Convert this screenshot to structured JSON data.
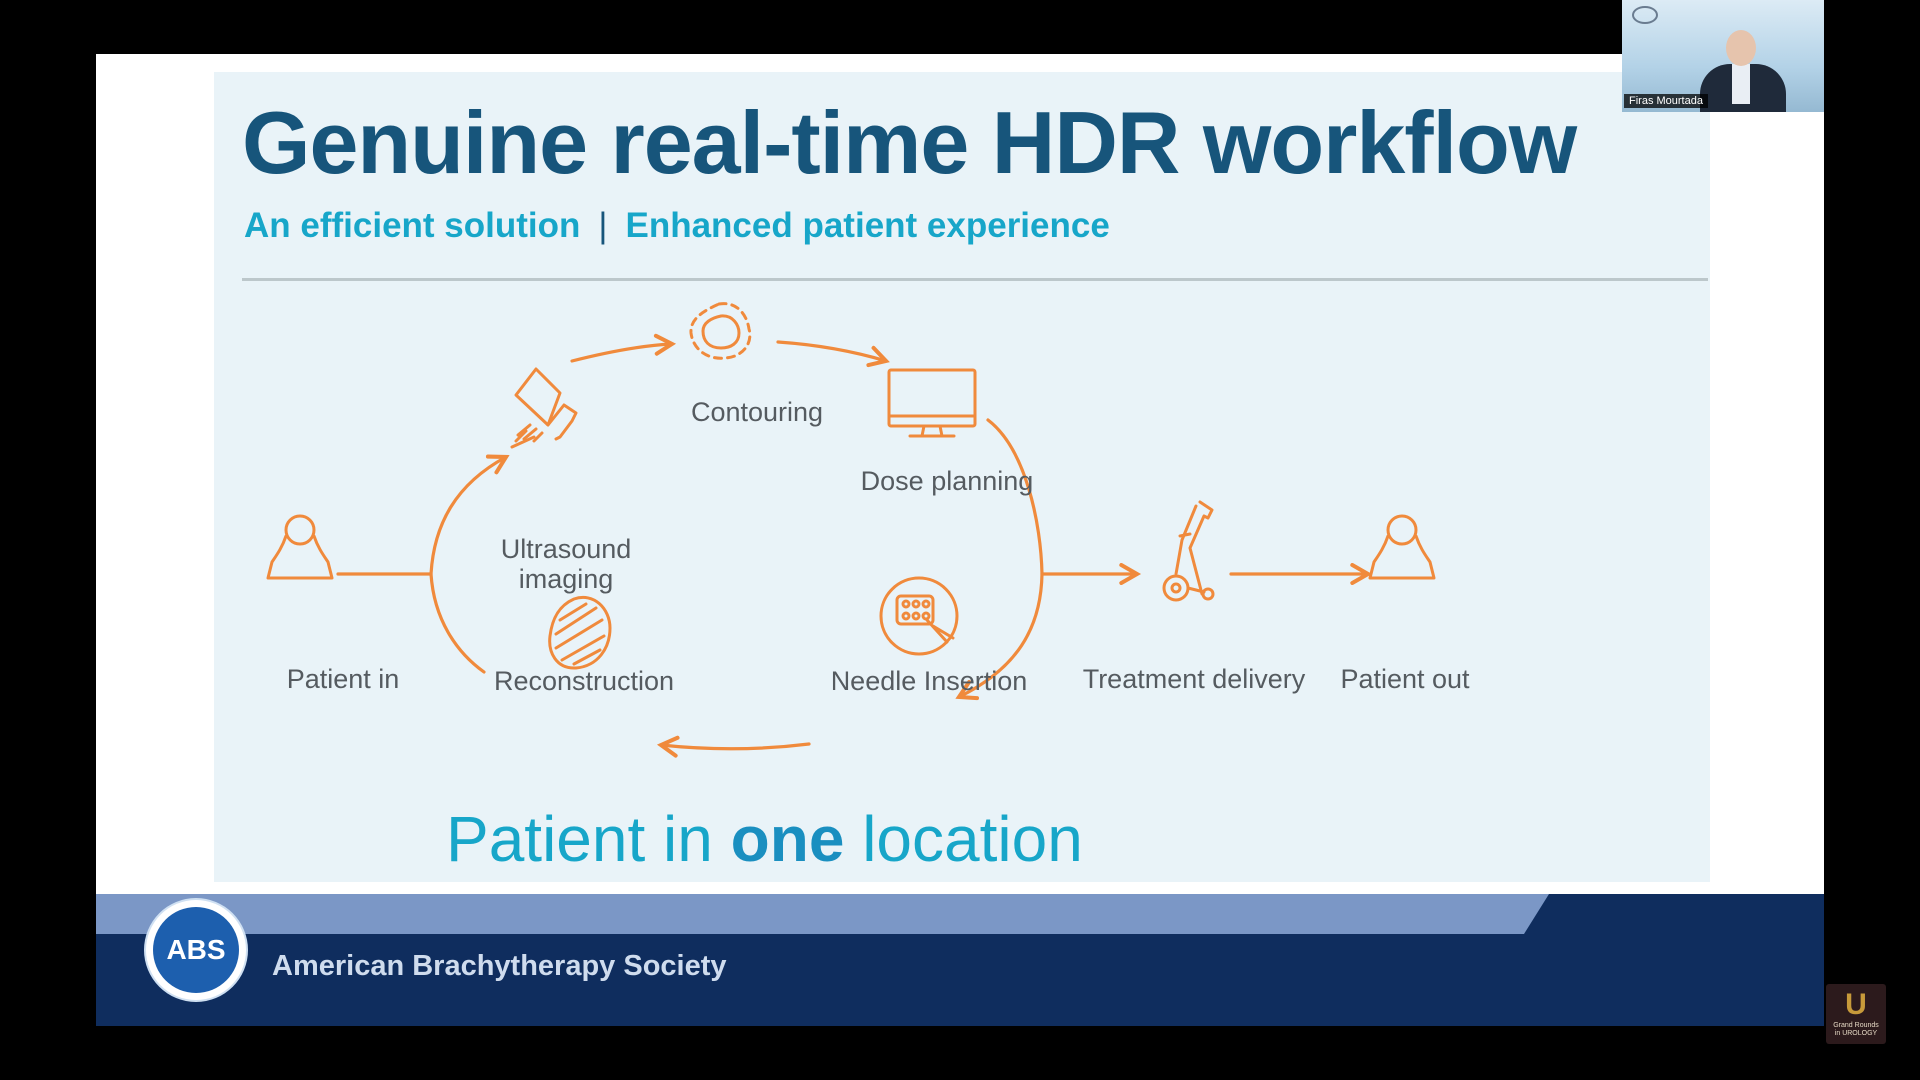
{
  "slide": {
    "title": "Genuine real-time HDR workflow",
    "subtitle_left": "An efficient solution",
    "subtitle_sep": "|",
    "subtitle_right": "Enhanced patient experience",
    "tagline": {
      "pre": "Patient in ",
      "bold": "one",
      "post": " location"
    }
  },
  "workflow": {
    "patient_in": "Patient in",
    "ultrasound_line1": "Ultrasound",
    "ultrasound_line2": "imaging",
    "contouring": "Contouring",
    "dose_planning": "Dose planning",
    "needle_insertion": "Needle Insertion",
    "reconstruction": "Reconstruction",
    "treatment_delivery": "Treatment delivery",
    "patient_out": "Patient out"
  },
  "footer": {
    "logo_text": "ABS",
    "society_name": "American Brachytherapy Society"
  },
  "webcam": {
    "participant_name": "Firas Mourtada"
  },
  "corner_logo": {
    "letter": "U",
    "text_line1": "Grand Rounds",
    "text_line2": "in UROLOGY"
  },
  "colors": {
    "accent_orange": "#f08a3c",
    "title_blue": "#17557b",
    "subtitle_cyan": "#17a6c9",
    "footer_navy": "#0f2d5e"
  }
}
